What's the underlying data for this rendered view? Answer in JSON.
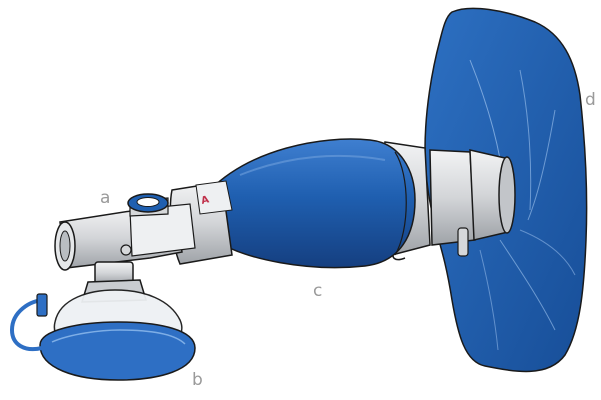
{
  "labels": {
    "a": "a",
    "b": "b",
    "c": "c",
    "d": "d"
  },
  "colors": {
    "bag_blue": "#1f5fb0",
    "bag_dark": "#153f80",
    "mask_blue": "#2e6fc4",
    "valve_grey": "#d6d8da",
    "outline": "#1a1a1a",
    "label_grey": "#9a9a9a"
  }
}
